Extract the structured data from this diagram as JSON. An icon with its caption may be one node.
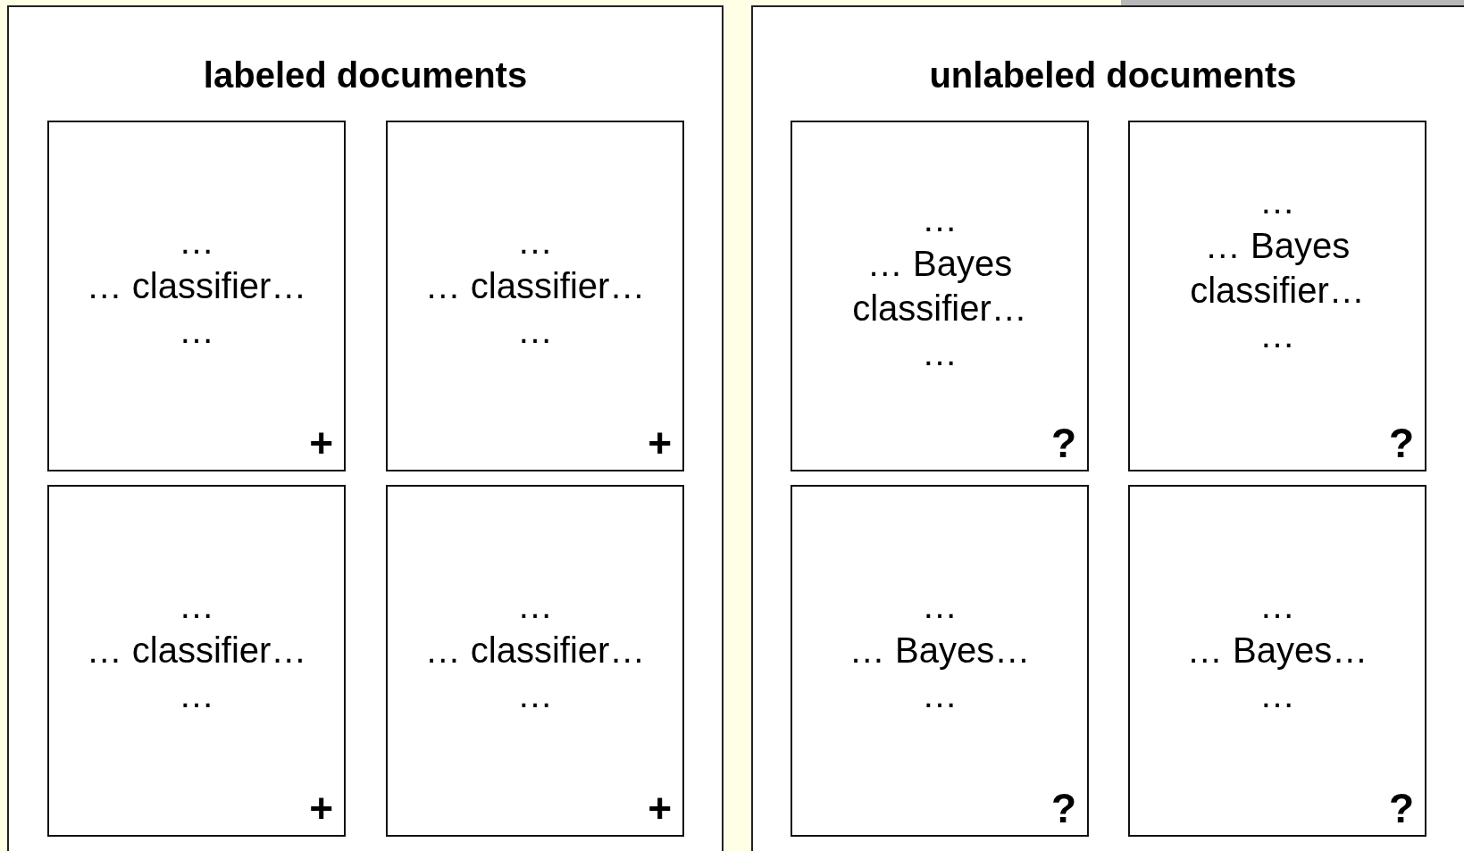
{
  "diagram": {
    "nodes": [
      {
        "text": [
          "labeled documents"
        ]
      },
      {
        "text": [
          "…",
          "… classifier…",
          "…",
          "+"
        ],
        "in": 0
      },
      {
        "text": [
          "…",
          "… classifier…",
          "…",
          "+"
        ],
        "in": 0
      },
      {
        "text": [
          "…",
          "… classifier…",
          "…",
          "+"
        ],
        "in": 0
      },
      {
        "text": [
          "…",
          "… classifier…",
          "…",
          "+"
        ],
        "in": 0
      },
      {
        "text": [
          "unlabeled documents"
        ]
      },
      {
        "text": [
          "…",
          "… Bayes classifier…",
          "…",
          "?"
        ],
        "in": 5
      },
      {
        "text": [
          "…",
          "… Bayes classifier…",
          "…",
          "?"
        ],
        "in": 5
      },
      {
        "text": [
          "…",
          "… Bayes…",
          "…",
          "?"
        ],
        "in": 5
      },
      {
        "text": [
          "…",
          "… Bayes…",
          "…",
          "?"
        ],
        "in": 5
      }
    ]
  }
}
